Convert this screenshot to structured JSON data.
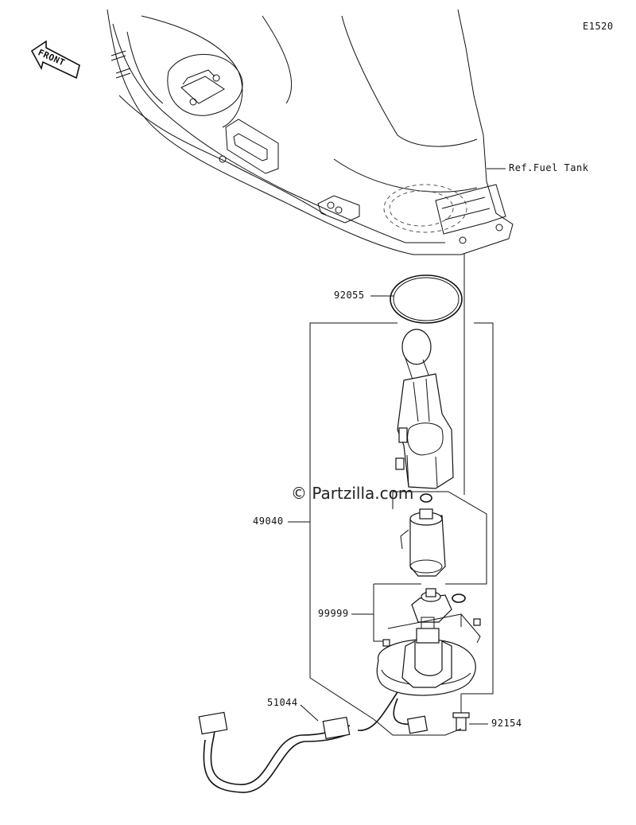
{
  "diagram_code": "E1520",
  "front_label": "FRONT",
  "watermark": "© Partzilla.com",
  "labels": {
    "ref_fuel_tank": "Ref.Fuel Tank",
    "gasket": "92055",
    "pump_assy": "49040",
    "kit": "99999",
    "harness": "51044",
    "bolt": "92154"
  }
}
